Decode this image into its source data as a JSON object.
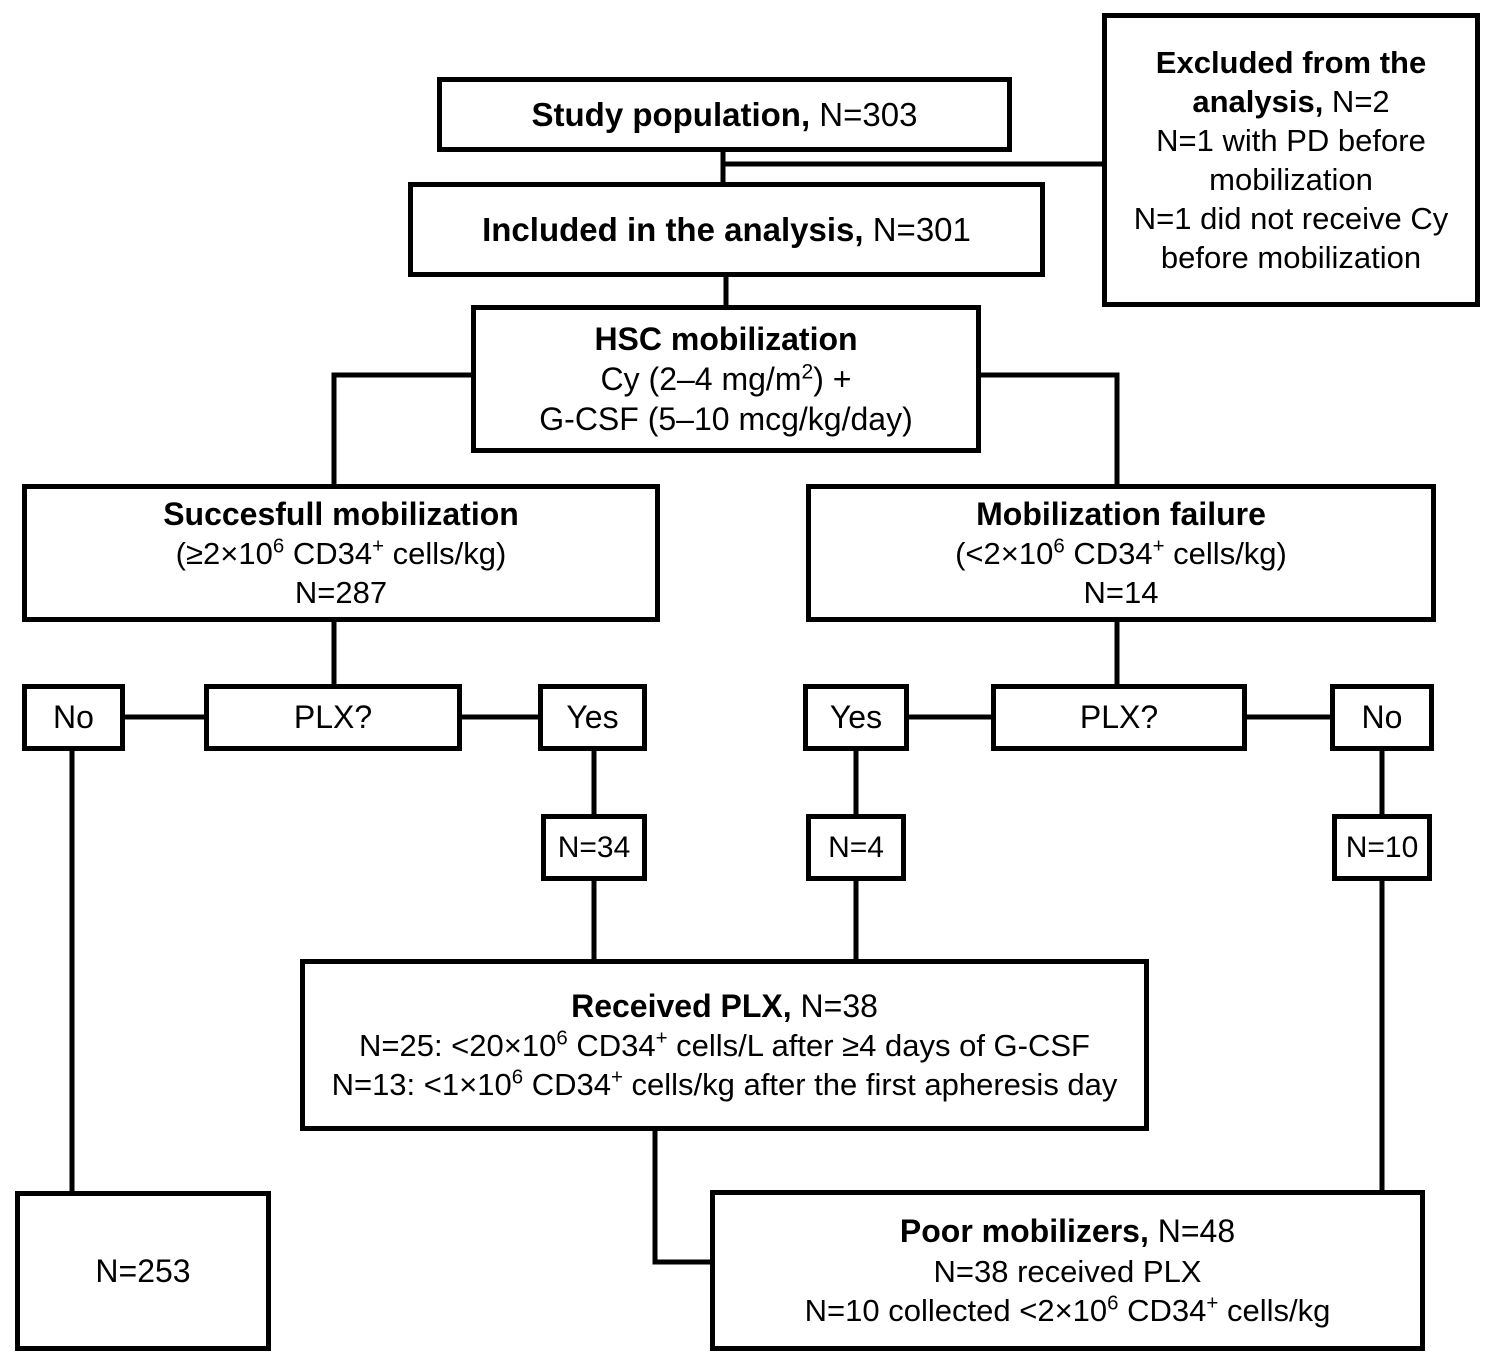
{
  "diagram": {
    "title": "Patient flow through HSC mobilization study",
    "type": "flowchart",
    "accent_color": "#000000",
    "background_color": "#ffffff"
  },
  "nodes": {
    "study_population": {
      "label_bold": "Study population,",
      "label_value": " N=303"
    },
    "excluded": {
      "line1_bold": "Excluded from the",
      "line2_bold": "analysis,",
      "line2_value": " N=2",
      "line3": "N=1 with PD before",
      "line4": "mobilization",
      "line5": "N=1 did not receive Cy",
      "line6": "before mobilization"
    },
    "included": {
      "label_bold": "Included in the analysis,",
      "label_value": "  N=301"
    },
    "hsc_mobilization": {
      "title_bold": "HSC mobilization",
      "line2_pre": "Cy (2–4 mg/m",
      "line2_sup": "2",
      "line2_post": ") +",
      "line3": "G-CSF (5–10 mcg/kg/day)"
    },
    "successful_mobilization": {
      "title_bold": "Succesfull mobilization",
      "criterion_pre": "(≥2×10",
      "criterion_sup": "6",
      "criterion_mid": " CD34",
      "criterion_sup2": "+",
      "criterion_post": " cells/kg)",
      "count": "N=287"
    },
    "mobilization_failure": {
      "title_bold": "Mobilization failure",
      "criterion_pre": "(<2×10",
      "criterion_sup": "6",
      "criterion_mid": " CD34",
      "criterion_sup2": "+",
      "criterion_post": " cells/kg)",
      "count": "N=14"
    },
    "plx_left": {
      "label": "PLX?"
    },
    "plx_right": {
      "label": "PLX?"
    },
    "no_left": {
      "label": "No"
    },
    "yes_left": {
      "label": "Yes"
    },
    "yes_right": {
      "label": "Yes"
    },
    "no_right": {
      "label": "No"
    },
    "n34": {
      "label": "N=34"
    },
    "n4": {
      "label": "N=4"
    },
    "n10": {
      "label": "N=10"
    },
    "received_plx": {
      "title_bold": "Received PLX,",
      "title_value": " N=38",
      "row1_pre": "N=25: <20×10",
      "row1_sup": "6",
      "row1_mid": " CD34",
      "row1_sup2": "+",
      "row1_post": " cells/L after ≥4 days of G-CSF",
      "row2_pre": "N=13: <1×10",
      "row2_sup": "6",
      "row2_mid": " CD34",
      "row2_sup2": "+",
      "row2_post": " cells/kg after the first apheresis day"
    },
    "n253": {
      "label": "N=253"
    },
    "poor_mobilizers": {
      "title_bold": "Poor mobilizers,",
      "title_value": " N=48",
      "row1": "N=38 received PLX",
      "row2_pre": "N=10 collected <2×10",
      "row2_sup": "6",
      "row2_mid": " CD34",
      "row2_sup2": "+",
      "row2_post": " cells/kg"
    }
  },
  "edges": [
    {
      "name": "study-to-included",
      "from": "study_population",
      "to": "included"
    },
    {
      "name": "study-to-excluded",
      "from": "study_population",
      "to": "excluded"
    },
    {
      "name": "included-to-hsc",
      "from": "included",
      "to": "hsc_mobilization"
    },
    {
      "name": "hsc-to-success",
      "from": "hsc_mobilization",
      "to": "successful_mobilization"
    },
    {
      "name": "hsc-to-failure",
      "from": "hsc_mobilization",
      "to": "mobilization_failure"
    },
    {
      "name": "success-to-plx",
      "from": "successful_mobilization",
      "to": "plx_left"
    },
    {
      "name": "plx-left-to-no",
      "from": "plx_left",
      "to": "no_left"
    },
    {
      "name": "plx-left-to-yes",
      "from": "plx_left",
      "to": "yes_left"
    },
    {
      "name": "failure-to-plx",
      "from": "mobilization_failure",
      "to": "plx_right"
    },
    {
      "name": "plx-right-to-yes",
      "from": "plx_right",
      "to": "yes_right"
    },
    {
      "name": "plx-right-to-no",
      "from": "plx_right",
      "to": "no_right"
    },
    {
      "name": "yes-left-to-n34",
      "from": "yes_left",
      "to": "n34"
    },
    {
      "name": "yes-right-to-n4",
      "from": "yes_right",
      "to": "n4"
    },
    {
      "name": "no-right-to-n10",
      "from": "no_right",
      "to": "n10"
    },
    {
      "name": "n34-to-received-plx",
      "from": "n34",
      "to": "received_plx"
    },
    {
      "name": "n4-to-received-plx",
      "from": "n4",
      "to": "received_plx"
    },
    {
      "name": "no-left-to-n253",
      "from": "no_left",
      "to": "n253"
    },
    {
      "name": "n10-to-poor-mobilizers",
      "from": "n10",
      "to": "poor_mobilizers"
    },
    {
      "name": "received-plx-to-poor-mobilizers",
      "from": "received_plx",
      "to": "poor_mobilizers"
    }
  ]
}
